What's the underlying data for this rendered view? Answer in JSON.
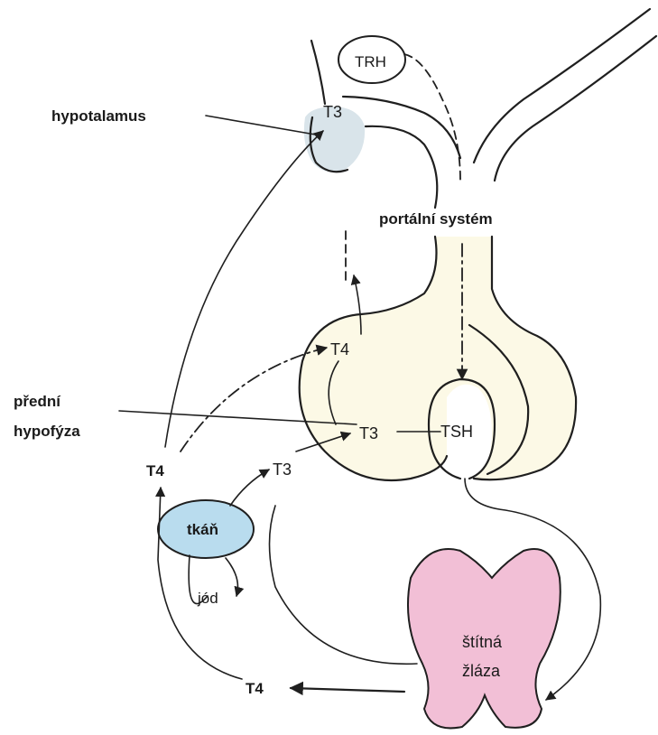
{
  "labels": {
    "trh": "TRH",
    "t3_hypothalamus": "T3",
    "hypotalamus": "hypotalamus",
    "portalni_system": "portální systém",
    "t4_pituitary": "T4",
    "predni_line1": "přední",
    "predni_line2": "hypofýza",
    "t3_pituitary": "T3",
    "tsh": "TSH",
    "t4_left": "T4",
    "t3_tissue": "T3",
    "tkan": "tkáň",
    "jod": "jód",
    "stitna_line1": "štítná",
    "stitna_line2": "žláza",
    "t4_bottom": "T4"
  },
  "colors": {
    "hypothalamus_fill": "#d9e4ea",
    "pituitary_fill": "#fcf9e6",
    "tissue_fill": "#b9dcee",
    "thyroid_fill": "#f2bfd6",
    "stroke": "#1f1f1f"
  }
}
